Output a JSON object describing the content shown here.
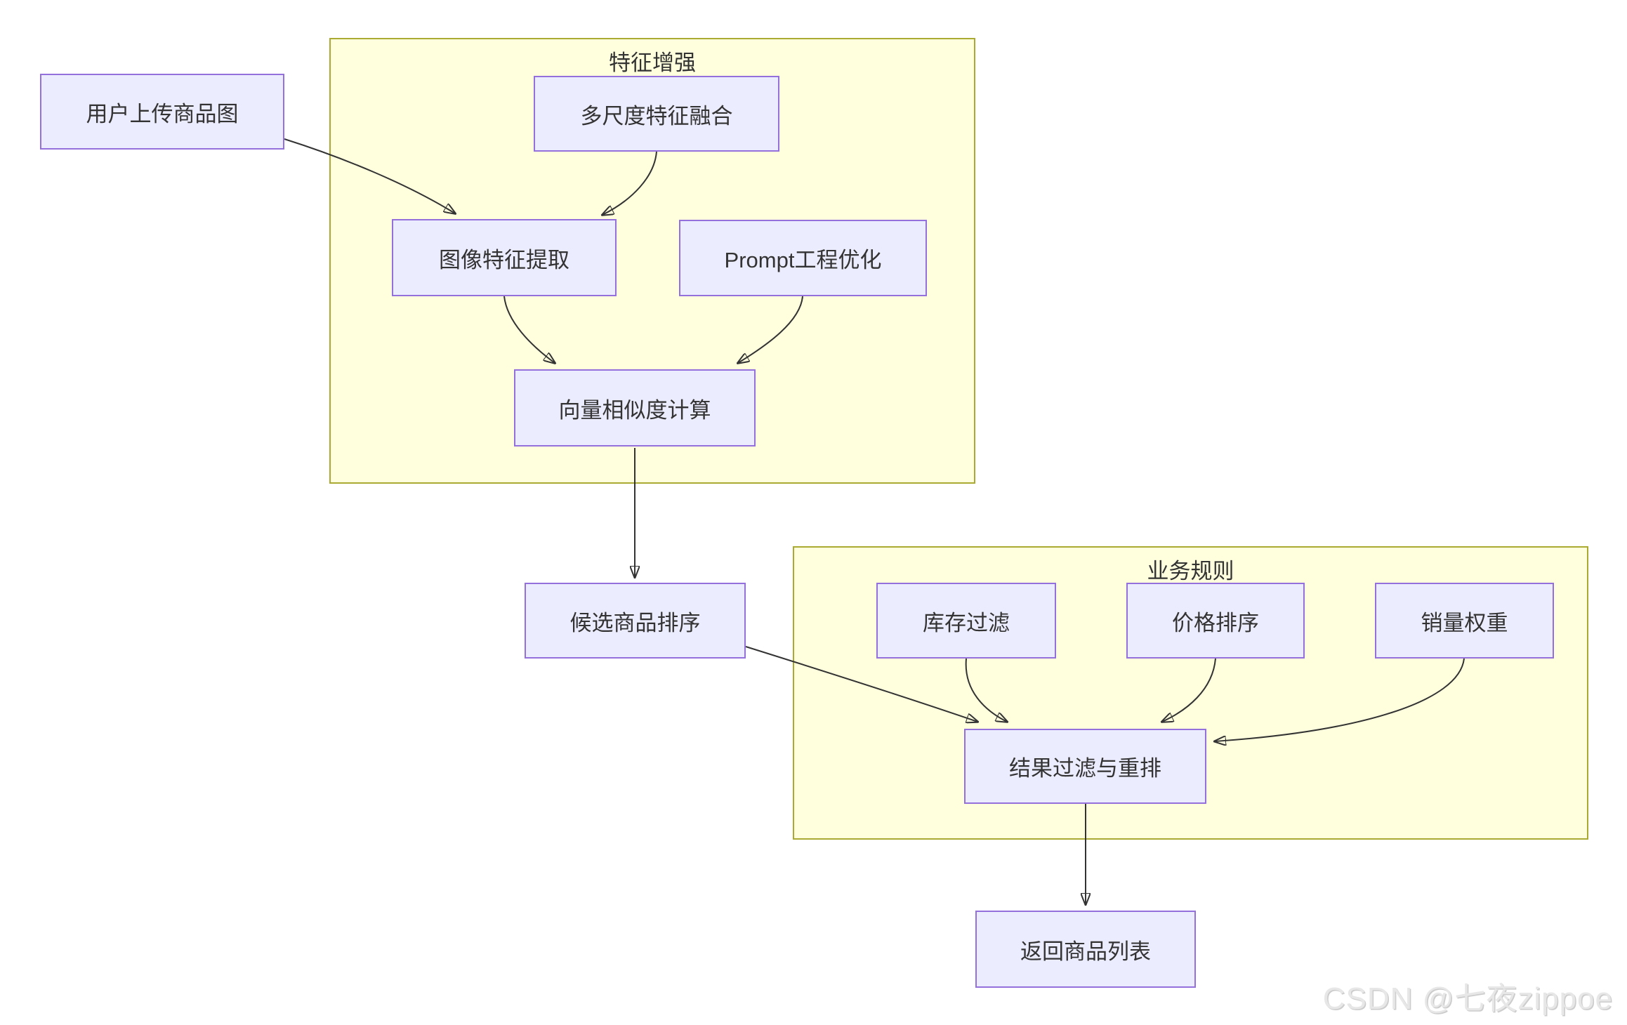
{
  "diagram": {
    "clusters": {
      "feature_enhance": {
        "title": "特征增强"
      },
      "business_rules": {
        "title": "业务规则"
      }
    },
    "nodes": {
      "user_upload": {
        "label": "用户上传商品图"
      },
      "multiscale": {
        "label": "多尺度特征融合"
      },
      "feature_extract": {
        "label": "图像特征提取"
      },
      "prompt_opt": {
        "label": "Prompt工程优化"
      },
      "vector_sim": {
        "label": "向量相似度计算"
      },
      "candidate_rank": {
        "label": "候选商品排序"
      },
      "stock_filter": {
        "label": "库存过滤"
      },
      "price_sort": {
        "label": "价格排序"
      },
      "sales_weight": {
        "label": "销量权重"
      },
      "result_rerank": {
        "label": "结果过滤与重排"
      },
      "return_list": {
        "label": "返回商品列表"
      }
    },
    "edges": [
      {
        "from": "用户上传商品图",
        "to": "图像特征提取"
      },
      {
        "from": "多尺度特征融合",
        "to": "图像特征提取"
      },
      {
        "from": "图像特征提取",
        "to": "向量相似度计算"
      },
      {
        "from": "Prompt工程优化",
        "to": "向量相似度计算"
      },
      {
        "from": "向量相似度计算",
        "to": "候选商品排序"
      },
      {
        "from": "候选商品排序",
        "to": "结果过滤与重排"
      },
      {
        "from": "库存过滤",
        "to": "结果过滤与重排"
      },
      {
        "from": "价格排序",
        "to": "结果过滤与重排"
      },
      {
        "from": "销量权重",
        "to": "结果过滤与重排"
      },
      {
        "from": "结果过滤与重排",
        "to": "返回商品列表"
      }
    ],
    "colors": {
      "node_fill": "#ECECFF",
      "node_border": "#9370DB",
      "cluster_fill": "#FFFFDE",
      "cluster_border": "#AAAA33",
      "edge": "#333333",
      "text": "#333333"
    }
  },
  "watermark": {
    "text": "CSDN @七夜zippoe"
  }
}
